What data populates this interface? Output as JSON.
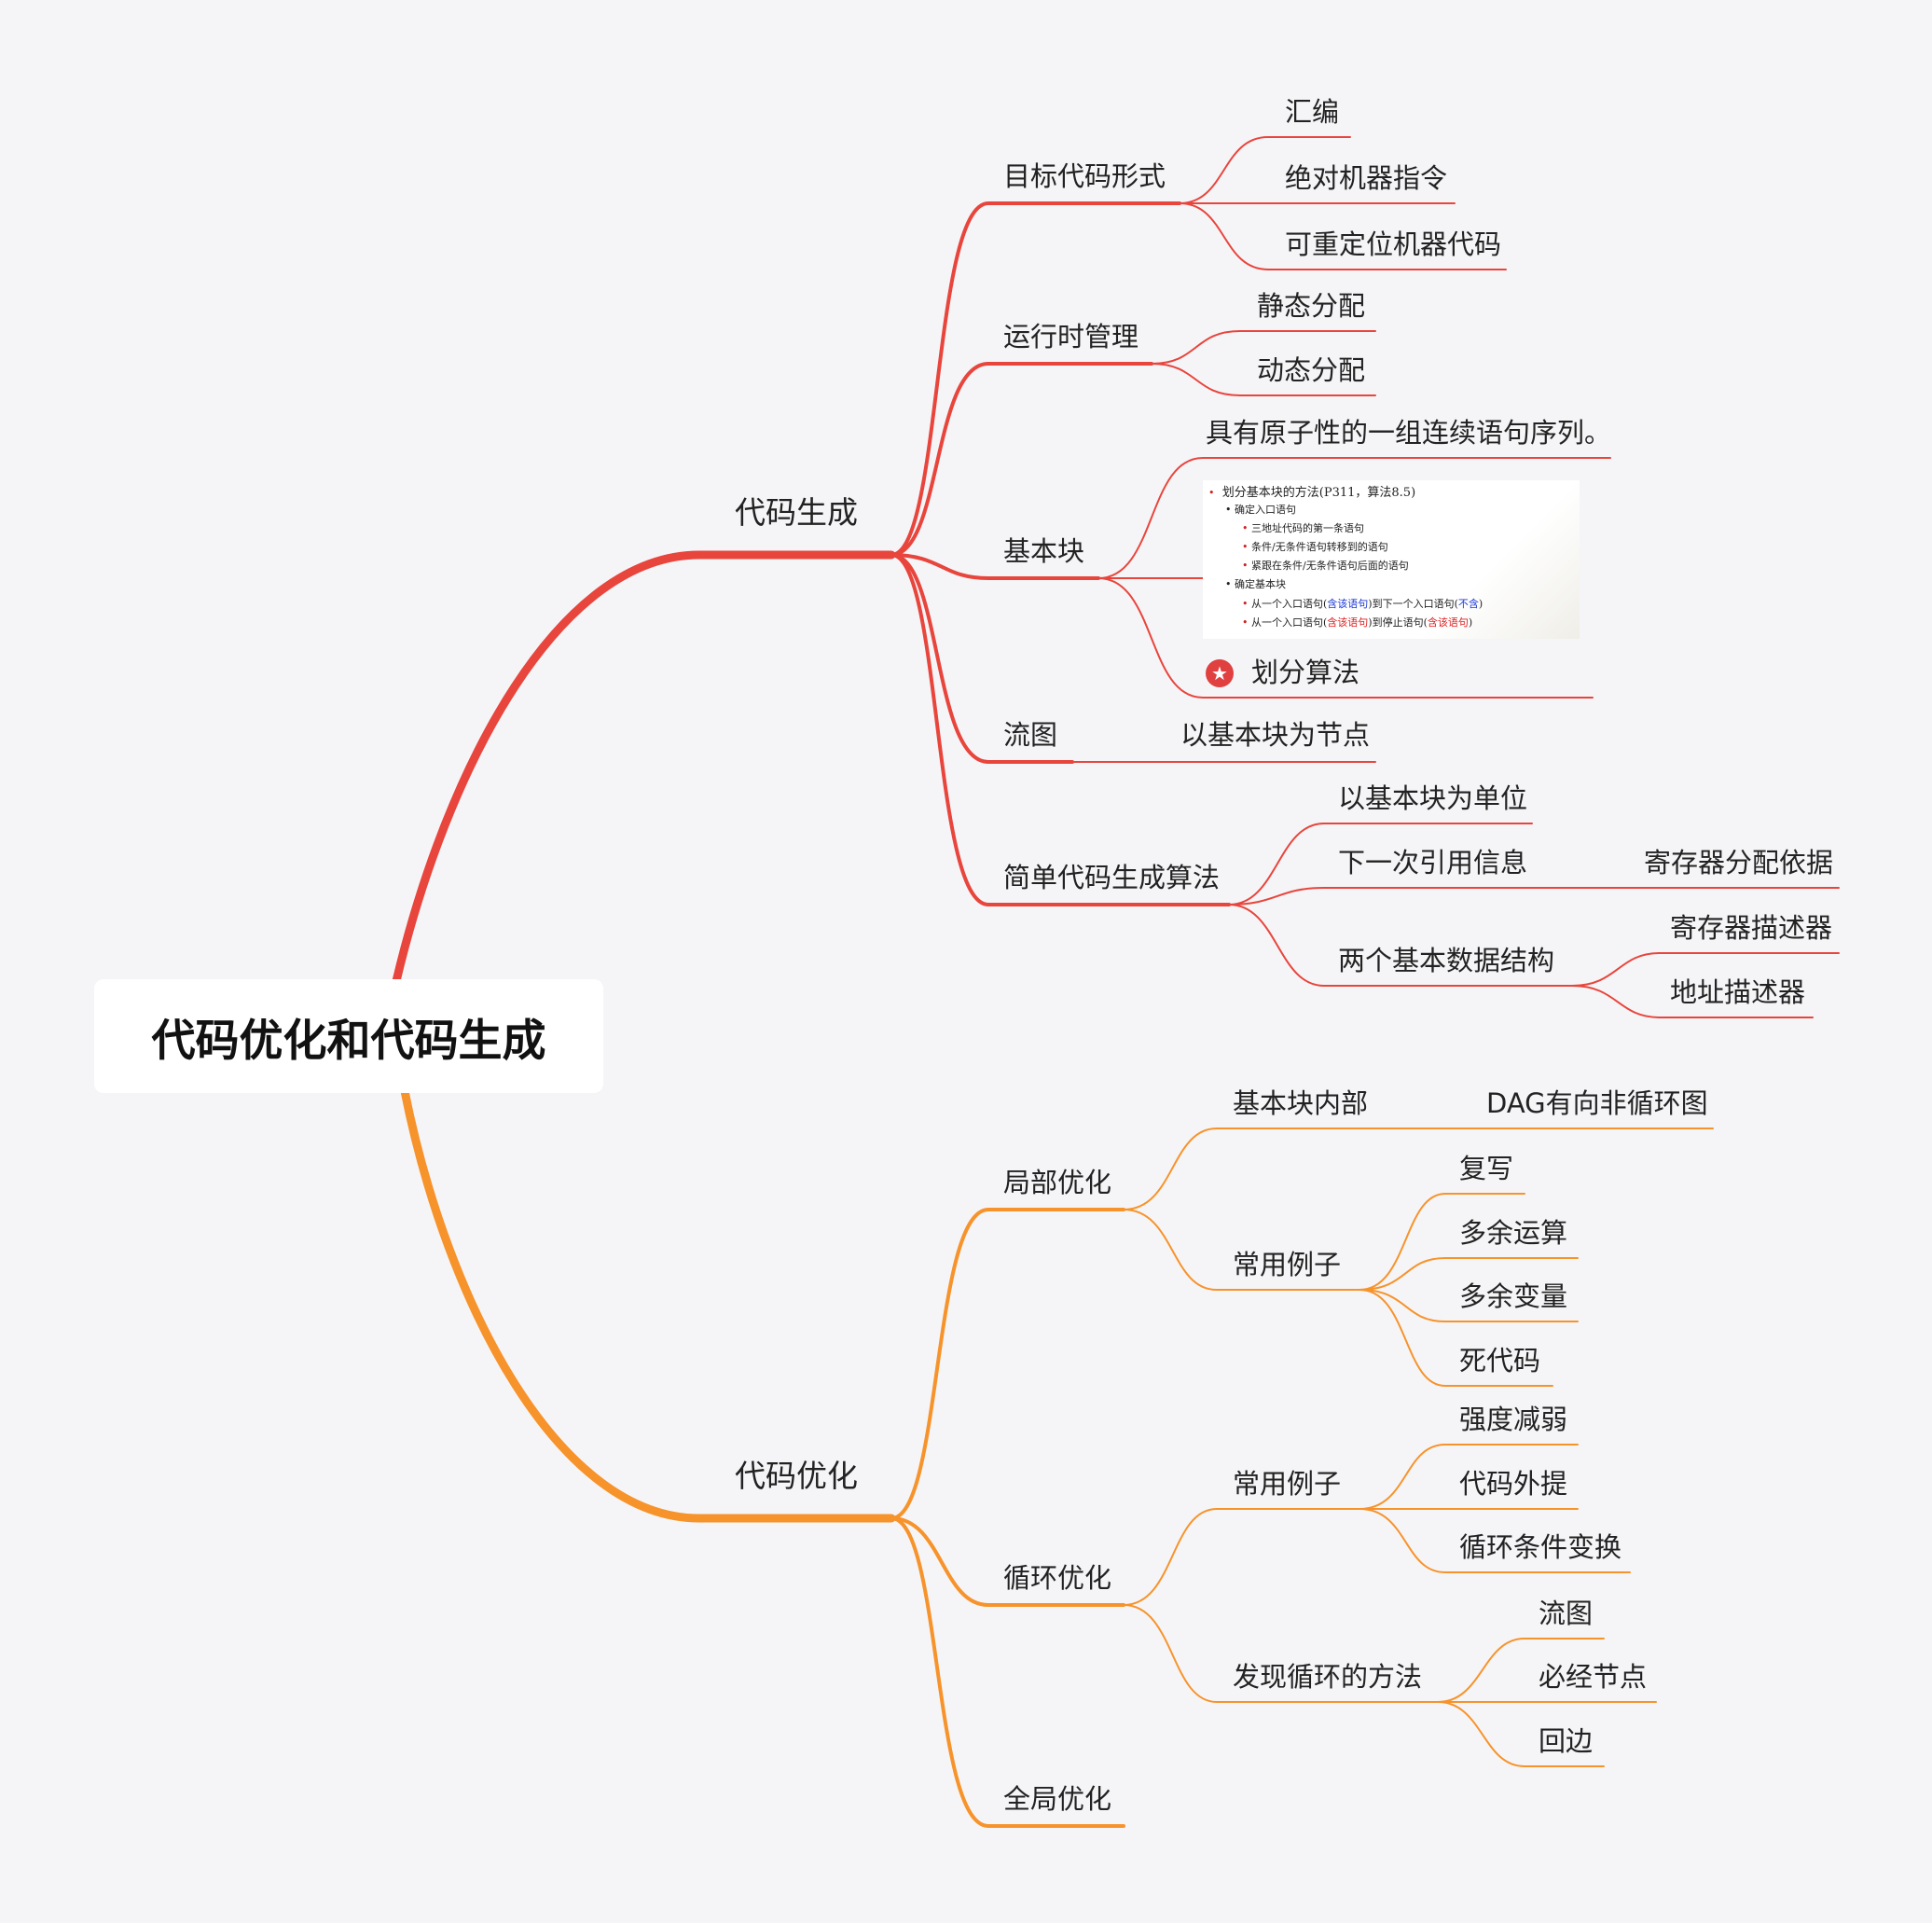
{
  "root": {
    "title": "代码优化和代码生成"
  },
  "colors": {
    "gen_branch": "#e8453c",
    "opt_branch": "#f7932b",
    "star": "#e04040"
  },
  "gen": {
    "label": "代码生成",
    "target_form": {
      "label": "目标代码形式",
      "children": [
        "汇编",
        "绝对机器指令",
        "可重定位机器代码"
      ]
    },
    "runtime": {
      "label": "运行时管理",
      "children": [
        "静态分配",
        "动态分配"
      ]
    },
    "basic_block": {
      "label": "基本块",
      "definition": "具有原子性的一组连续语句序列。",
      "image": {
        "line1": "划分基本块的方法(P311，算法8.5)",
        "line2": "确定入口语句",
        "line3": "三地址代码的第一条语句",
        "line4": "条件/无条件语句转移到的语句",
        "line5": "紧跟在条件/无条件语句后面的语句",
        "line6": "确定基本块",
        "line7a": "从一个入口语句(",
        "line7b": "含该语句",
        "line7c": ")到下一个入口语句(",
        "line7d": "不含",
        "line7e": ")",
        "line8a": "从一个入口语句(",
        "line8b": "含该语句",
        "line8c": ")到停止语句(",
        "line8d": "含该语句",
        "line8e": ")"
      },
      "algorithm": {
        "icon": "star-icon",
        "label": "划分算法"
      }
    },
    "flow_graph": {
      "label": "流图",
      "child": "以基本块为节点"
    },
    "simple_gen": {
      "label": "简单代码生成算法",
      "unit": "以基本块为单位",
      "next_use": {
        "label": "下一次引用信息",
        "child": "寄存器分配依据"
      },
      "structures": {
        "label": "两个基本数据结构",
        "children": [
          "寄存器描述器",
          "地址描述器"
        ]
      }
    }
  },
  "opt": {
    "label": "代码优化",
    "local": {
      "label": "局部优化",
      "inner": {
        "label": "基本块内部",
        "child": "DAG有向非循环图"
      },
      "examples": {
        "label": "常用例子",
        "children": [
          "复写",
          "多余运算",
          "多余变量",
          "死代码"
        ]
      }
    },
    "loop": {
      "label": "循环优化",
      "examples": {
        "label": "常用例子",
        "children": [
          "强度减弱",
          "代码外提",
          "循环条件变换"
        ]
      },
      "find": {
        "label": "发现循环的方法",
        "children": [
          "流图",
          "必经节点",
          "回边"
        ]
      }
    },
    "global": {
      "label": "全局优化"
    }
  }
}
